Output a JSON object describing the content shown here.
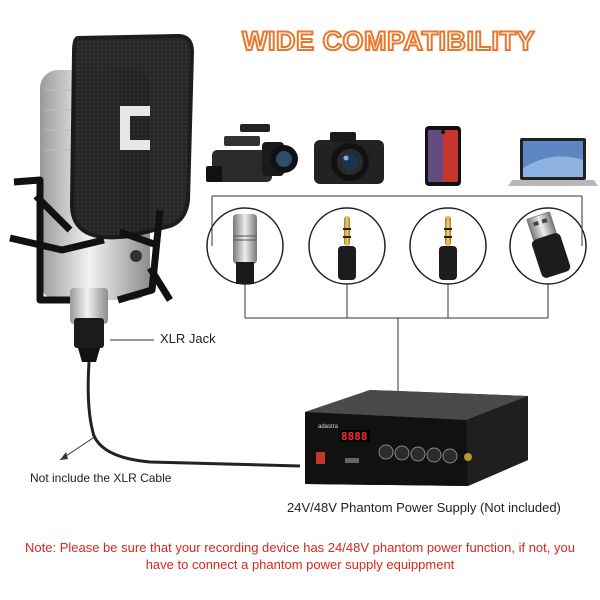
{
  "headline": "WIDE COMPATIBILITY",
  "devices": [
    {
      "name": "camcorder-icon"
    },
    {
      "name": "camera-icon"
    },
    {
      "name": "smartphone-icon"
    },
    {
      "name": "laptop-icon"
    }
  ],
  "connectors": [
    {
      "name": "xlr-plug-icon"
    },
    {
      "name": "audio-jack-3-5mm-icon"
    },
    {
      "name": "audio-jack-3-5mm-alt-icon"
    },
    {
      "name": "usb-plug-icon"
    }
  ],
  "labels": {
    "xlr_jack": "XLR Jack",
    "xlr_cable": "Not include the XLR Cable",
    "phantom_power": "24V/48V Phantom Power Supply (Not included)"
  },
  "power_supply": {
    "brand": "adastra",
    "display": "8888"
  },
  "note": {
    "line1": "Note: Please be sure that your recording device has 24/48V phantom power function, if not, you",
    "line2": "have to connect a phantom power supply equippment"
  },
  "colors": {
    "headline_outline": "#e8772b",
    "note": "#d6281f",
    "display_led": "#ff2a2a"
  }
}
